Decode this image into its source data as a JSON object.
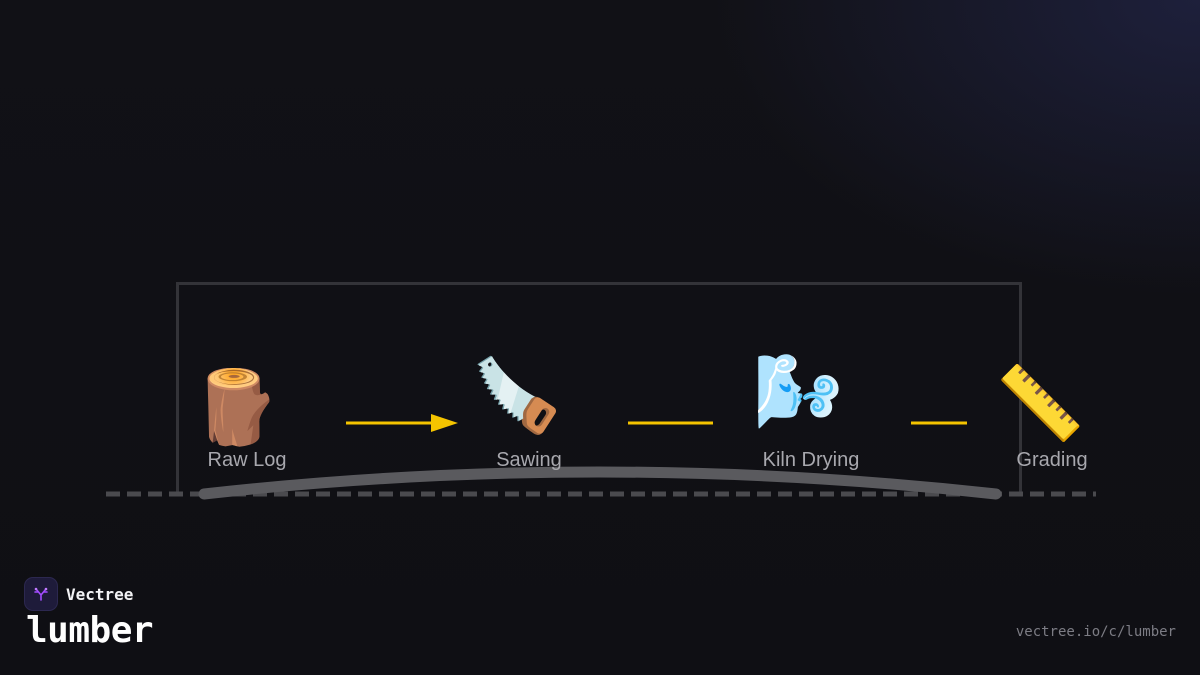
{
  "brand": {
    "name": "Vectree"
  },
  "page": {
    "title": "lumber",
    "url": "vectree.io/c/lumber"
  },
  "colors": {
    "background": "#111116",
    "connector": "#f5c400",
    "frame": "#333338",
    "curve": "#5a5a5e",
    "dashed_line": "#4a4a4e",
    "label": "#a8a8ae",
    "logo_accent": "#a24cff"
  },
  "steps": [
    {
      "id": "raw-log",
      "icon": "wood-log-icon",
      "glyph": "🪵",
      "label": "Raw Log"
    },
    {
      "id": "sawing",
      "icon": "carpentry-saw-icon",
      "glyph": "🪚",
      "label": "Sawing"
    },
    {
      "id": "kiln-drying",
      "icon": "wind-face-icon",
      "glyph": "🌬️",
      "label": "Kiln Drying"
    },
    {
      "id": "grading",
      "icon": "ruler-icon",
      "glyph": "📏",
      "label": "Grading"
    }
  ],
  "connectors": [
    {
      "from": "raw-log",
      "to": "sawing",
      "arrowhead": true
    },
    {
      "from": "sawing",
      "to": "kiln-drying",
      "arrowhead": false
    },
    {
      "from": "kiln-drying",
      "to": "grading",
      "arrowhead": false
    }
  ]
}
